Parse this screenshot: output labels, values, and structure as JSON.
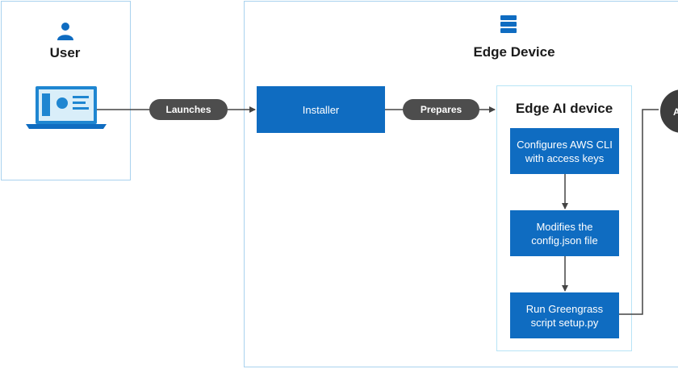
{
  "user_panel": {
    "title": "User"
  },
  "edge_panel": {
    "title": "Edge Device"
  },
  "ai_panel": {
    "title": "Edge AI device"
  },
  "connectors": {
    "launches": "Launches",
    "prepares": "Prepares"
  },
  "boxes": {
    "installer": "Installer",
    "aws_cli": "Configures AWS CLI\nwith access keys",
    "config": "Modifies the\nconfig.json file",
    "greengrass": "Run Greengrass\nscript setup.py"
  },
  "offscreen_node": {
    "visible_text": "A"
  },
  "colors": {
    "primary_blue": "#0f6cc1",
    "pill_gray": "#4d4d4d",
    "panel_border": "#a9d2ee",
    "line_gray": "#444444"
  },
  "icons": {
    "user": "person-icon",
    "laptop": "laptop-dashboard-icon",
    "edge": "server-stack-icon"
  }
}
